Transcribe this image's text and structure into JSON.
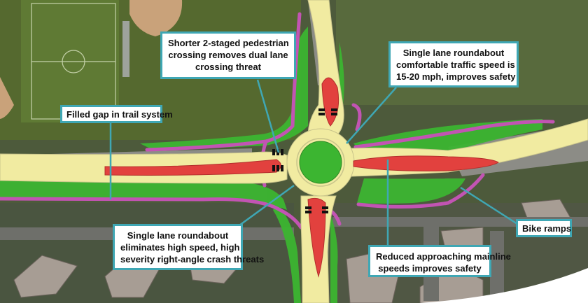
{
  "callouts": {
    "pedestrian_crossing": {
      "lines": [
        "Shorter 2-staged pedestrian",
        "crossing removes dual lane",
        "crossing threat"
      ]
    },
    "traffic_speed": {
      "lines": [
        "Single lane roundabout",
        "comfortable traffic speed is",
        "15-20 mph,  improves safety"
      ]
    },
    "trail_gap": {
      "lines": [
        "Filled gap in trail system"
      ]
    },
    "crash_threats": {
      "lines": [
        "Single lane roundabout",
        "eliminates high speed, high",
        "severity right-angle crash threats"
      ]
    },
    "bike_ramps": {
      "lines": [
        "Bike ramps"
      ]
    },
    "mainline_speeds": {
      "lines": [
        "Reduced approaching mainline",
        "speeds improves safety"
      ]
    }
  },
  "colors": {
    "callout_border": "#3fa7b4",
    "leader_line": "#3fa7b4",
    "lane": "#f1eba1",
    "splitter_island": "#e2413e",
    "landscape_buffer": "#3cb531",
    "trail_path": "#c254b3"
  }
}
